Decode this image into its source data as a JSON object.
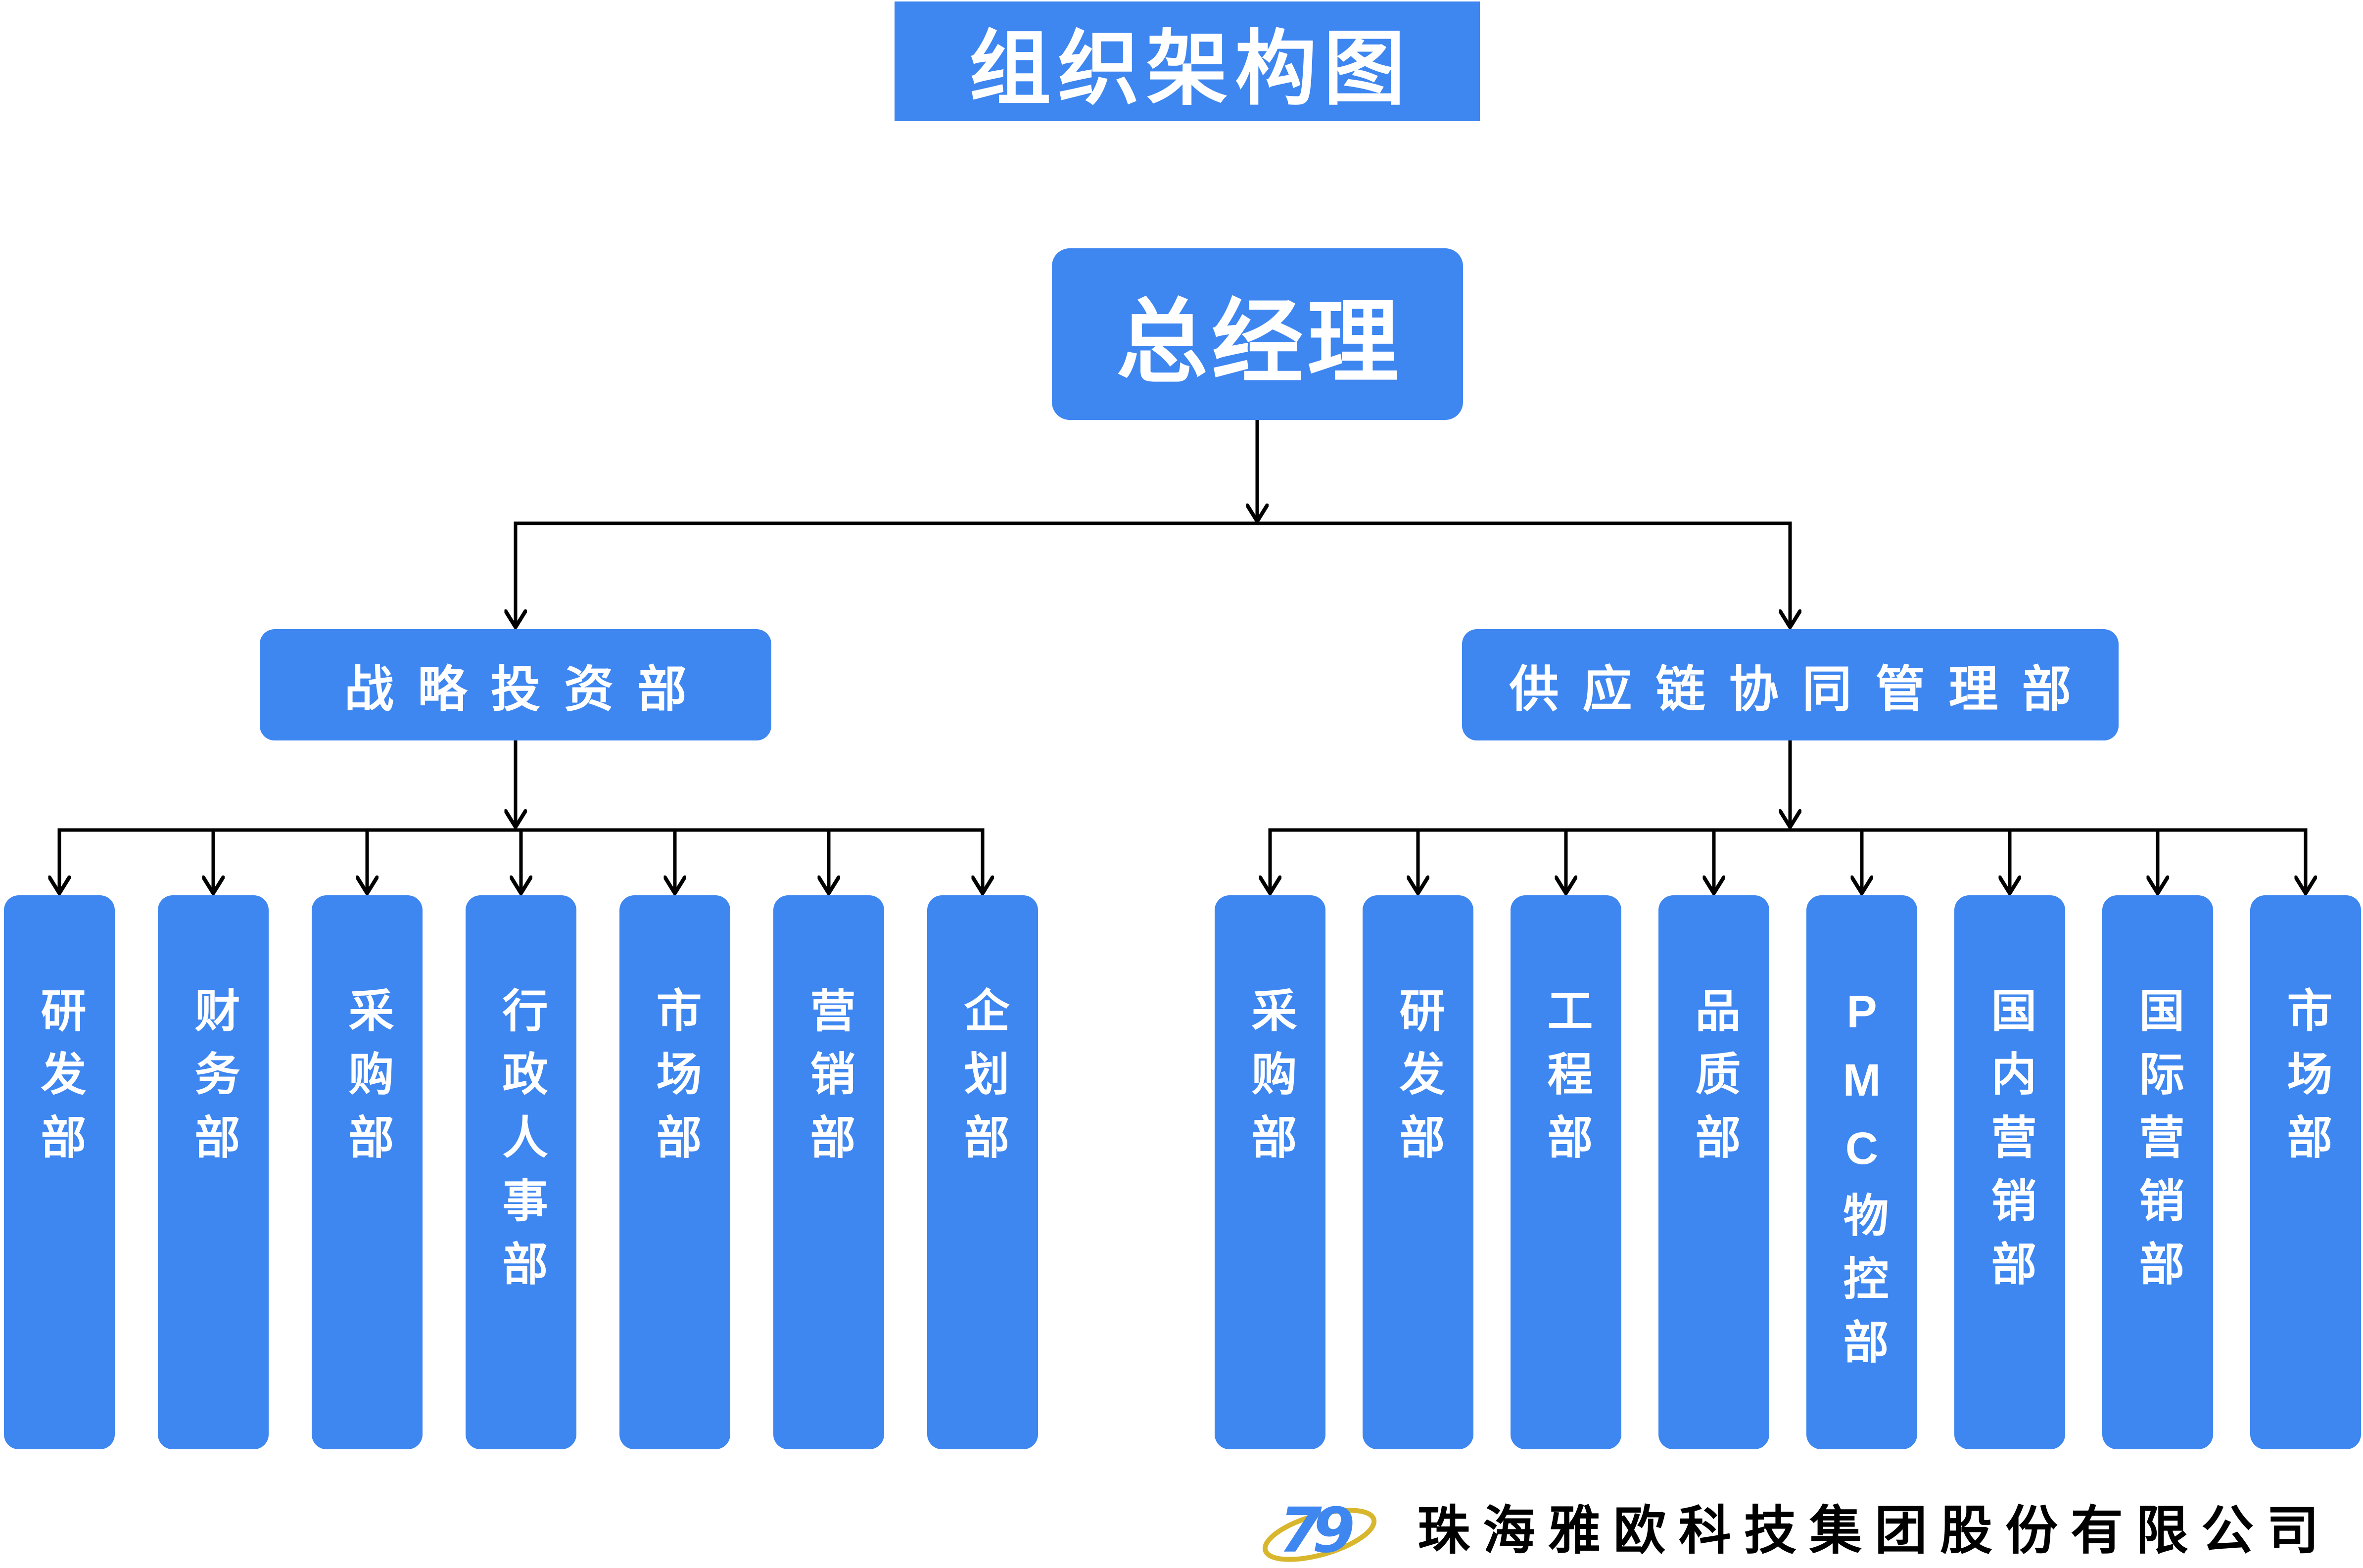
{
  "title": "组织架构图",
  "root": {
    "label": "总经理"
  },
  "branches": [
    {
      "label": "战略投资部",
      "departments": [
        "研发部",
        "财务部",
        "采购部",
        "行政人事部",
        "市场部",
        "营销部",
        "企划部"
      ]
    },
    {
      "label": "供应链协同管理部",
      "departments": [
        "采购部",
        "研发部",
        "工程部",
        "品质部",
        "PMC物控部",
        "国内营销部",
        "国际营销部",
        "市场部"
      ]
    }
  ],
  "footer": {
    "company": "珠海雅欧科技集团股份有限公司",
    "logo_text": "79"
  },
  "colors": {
    "box_blue": "#3E86F0",
    "connector_black": "#000000",
    "text_white": "#FFFFFF",
    "logo_gold": "#D8B72E",
    "footer_text": "#000000"
  }
}
